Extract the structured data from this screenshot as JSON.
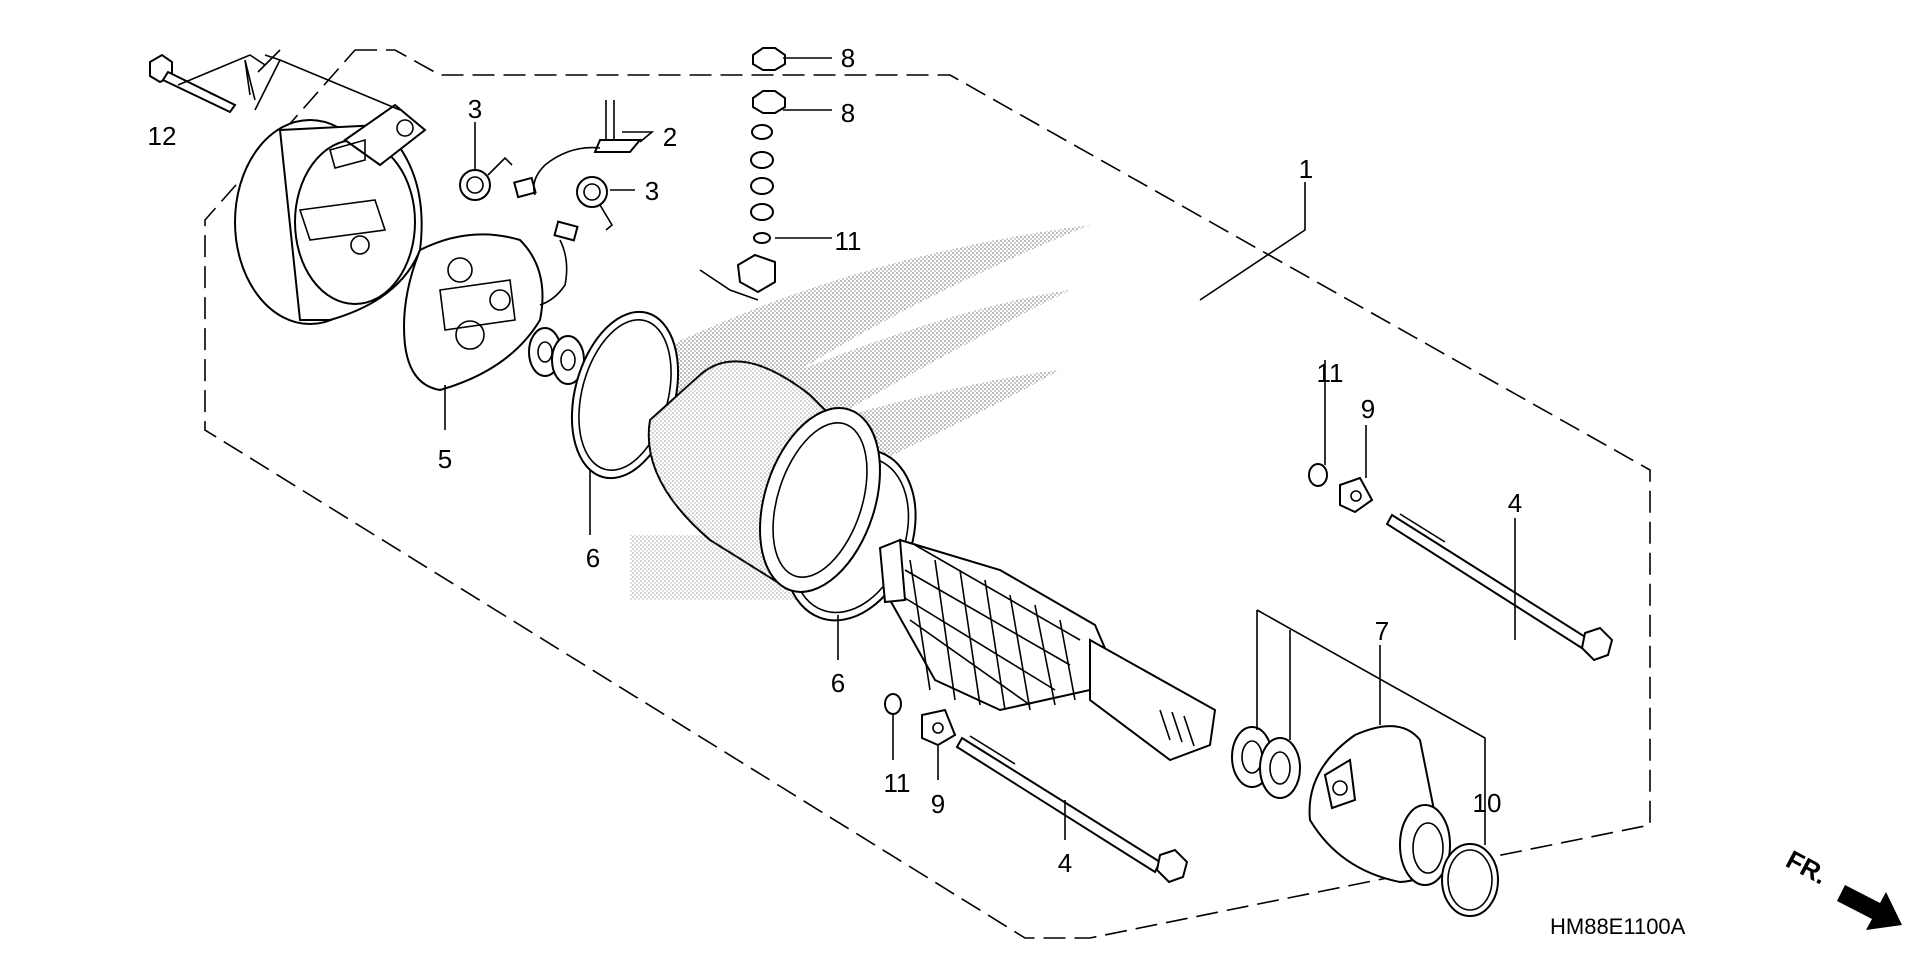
{
  "diagram": {
    "drawing_code": "HM88E1100A",
    "front_indicator": "FR.",
    "callouts": {
      "c1": "1",
      "c2": "2",
      "c3a": "3",
      "c3b": "3",
      "c4a": "4",
      "c4b": "4",
      "c5": "5",
      "c6a": "6",
      "c6b": "6",
      "c7": "7",
      "c8a": "8",
      "c8b": "8",
      "c9a": "9",
      "c9b": "9",
      "c10": "10",
      "c11a": "11",
      "c11b": "11",
      "c11c": "11",
      "c12": "12"
    }
  }
}
